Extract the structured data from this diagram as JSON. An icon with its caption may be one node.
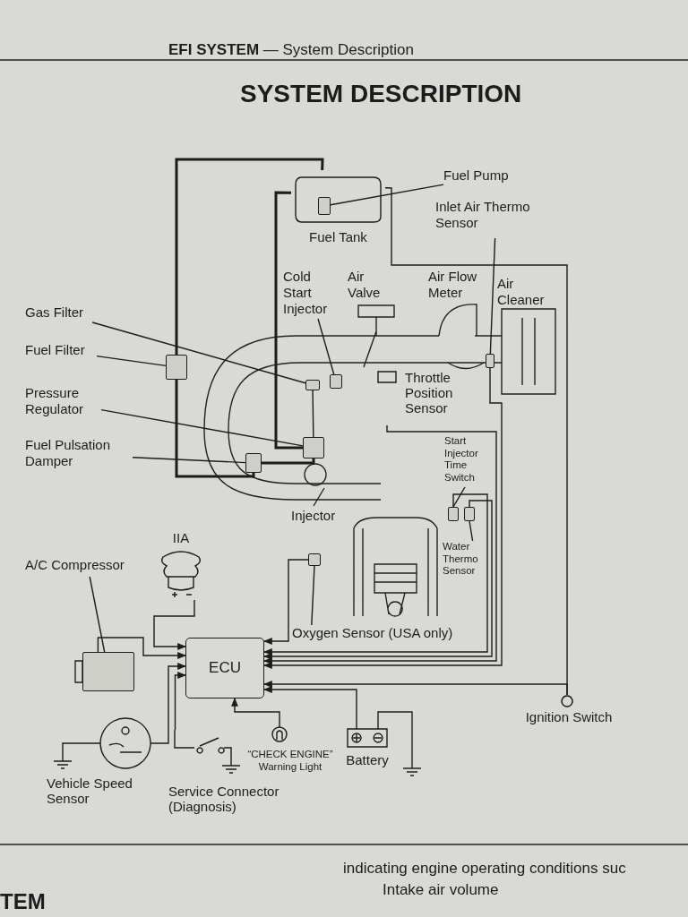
{
  "diagram": {
    "title": "SYSTEM DESCRIPTION",
    "nodes": [
      {
        "text": [
          "Fuel Tank"
        ]
      },
      {
        "text": [
          "Fuel Pump"
        ]
      },
      {
        "text": [],
        "shape": "box",
        "in": 0
      },
      {
        "text": [
          "Inlet Air Thermo Sensor"
        ]
      },
      {
        "text": [],
        "shape": "box"
      },
      {
        "text": [
          "Cold Start Injector"
        ]
      },
      {
        "text": [],
        "shape": "box"
      },
      {
        "text": [
          "Gas Filter"
        ]
      },
      {
        "text": [],
        "shape": "box"
      },
      {
        "text": [
          "Fuel Filter"
        ]
      },
      {
        "text": [],
        "shape": "box"
      },
      {
        "text": [
          "Pressure Regulator"
        ]
      },
      {
        "text": [],
        "shape": "box"
      },
      {
        "text": [
          "Fuel Pulsation Damper"
        ]
      },
      {
        "text": [],
        "shape": "box"
      },
      {
        "text": [
          "Start Injector Time Switch"
        ]
      },
      {
        "text": [],
        "shape": "box"
      },
      {
        "text": [
          "Water Thermo Sensor"
        ]
      },
      {
        "text": [],
        "shape": "box"
      },
      {
        "text": [
          "Oxygen Sensor (USA only)"
        ]
      },
      {
        "text": [],
        "shape": "box"
      },
      {
        "text": [
          "A/C Compressor"
        ]
      },
      {
        "text": [],
        "shape": "box"
      },
      {
        "text": [
          "IIA"
        ]
      },
      {
        "text": [
          "ECU"
        ]
      },
      {
        "text": [
          "Vehicle Speed Sensor"
        ]
      },
      {
        "text": [
          "Service Connector (Diagnosis)"
        ]
      },
      {
        "text": [
          "“CHECK ENGINE” Warning Light"
        ]
      },
      {
        "text": [
          "Battery"
        ]
      },
      {
        "text": [
          "Ignition Switch"
        ]
      },
      {
        "text": [
          "Throttle Position Sensor"
        ]
      }
    ],
    "edges": [
      {
        "from": 1,
        "to": 2,
        "arrow": "none"
      },
      {
        "from": 3,
        "to": 4,
        "arrow": "none"
      },
      {
        "from": 5,
        "to": 6,
        "arrow": "none"
      },
      {
        "from": 7,
        "to": 8,
        "arrow": "none"
      },
      {
        "from": 9,
        "to": 10,
        "arrow": "none"
      },
      {
        "from": 11,
        "to": 12,
        "arrow": "none"
      },
      {
        "from": 13,
        "to": 14,
        "arrow": "none"
      },
      {
        "from": 15,
        "to": 16,
        "arrow": "none"
      },
      {
        "from": 17,
        "to": 18,
        "arrow": "none"
      },
      {
        "from": 19,
        "to": 20,
        "arrow": "none"
      },
      {
        "from": 21,
        "to": 22,
        "arrow": "none"
      },
      {
        "from": 0,
        "to": 10,
        "arrow": "none",
        "style": "thick"
      },
      {
        "from": 10,
        "to": 14,
        "arrow": "none",
        "style": "thick"
      },
      {
        "from": 14,
        "to": 12,
        "arrow": "none",
        "style": "thick"
      },
      {
        "from": 12,
        "to": 0,
        "arrow": "none",
        "style": "thick"
      },
      {
        "from": 12,
        "to": 8,
        "arrow": "none"
      },
      {
        "from": 23,
        "to": 24,
        "arrow": "to"
      },
      {
        "from": 22,
        "to": 24,
        "arrow": "to"
      },
      {
        "from": 25,
        "to": 24,
        "arrow": "to"
      },
      {
        "from": 26,
        "to": 24,
        "arrow": "to"
      },
      {
        "from": 27,
        "to": 24,
        "arrow": "to"
      },
      {
        "from": 28,
        "to": 24,
        "arrow": "to"
      },
      {
        "from": 29,
        "to": 24,
        "arrow": "to"
      },
      {
        "from": 20,
        "to": 24,
        "arrow": "to"
      },
      {
        "from": 30,
        "to": 24,
        "arrow": "to"
      },
      {
        "from": 4,
        "to": 24,
        "arrow": "to"
      },
      {
        "from": 16,
        "to": 24,
        "arrow": "to"
      },
      {
        "from": 18,
        "to": 24,
        "arrow": "to"
      },
      {
        "from": 29,
        "to": 0,
        "arrow": "none"
      }
    ],
    "labels": [
      "**EFI SYSTEM** — System Description",
      "Air Valve",
      "Air Flow Meter",
      "Air Cleaner",
      "Injector",
      "indicating engine operating conditions suc",
      "Intake air volume",
      "TEM"
    ]
  }
}
